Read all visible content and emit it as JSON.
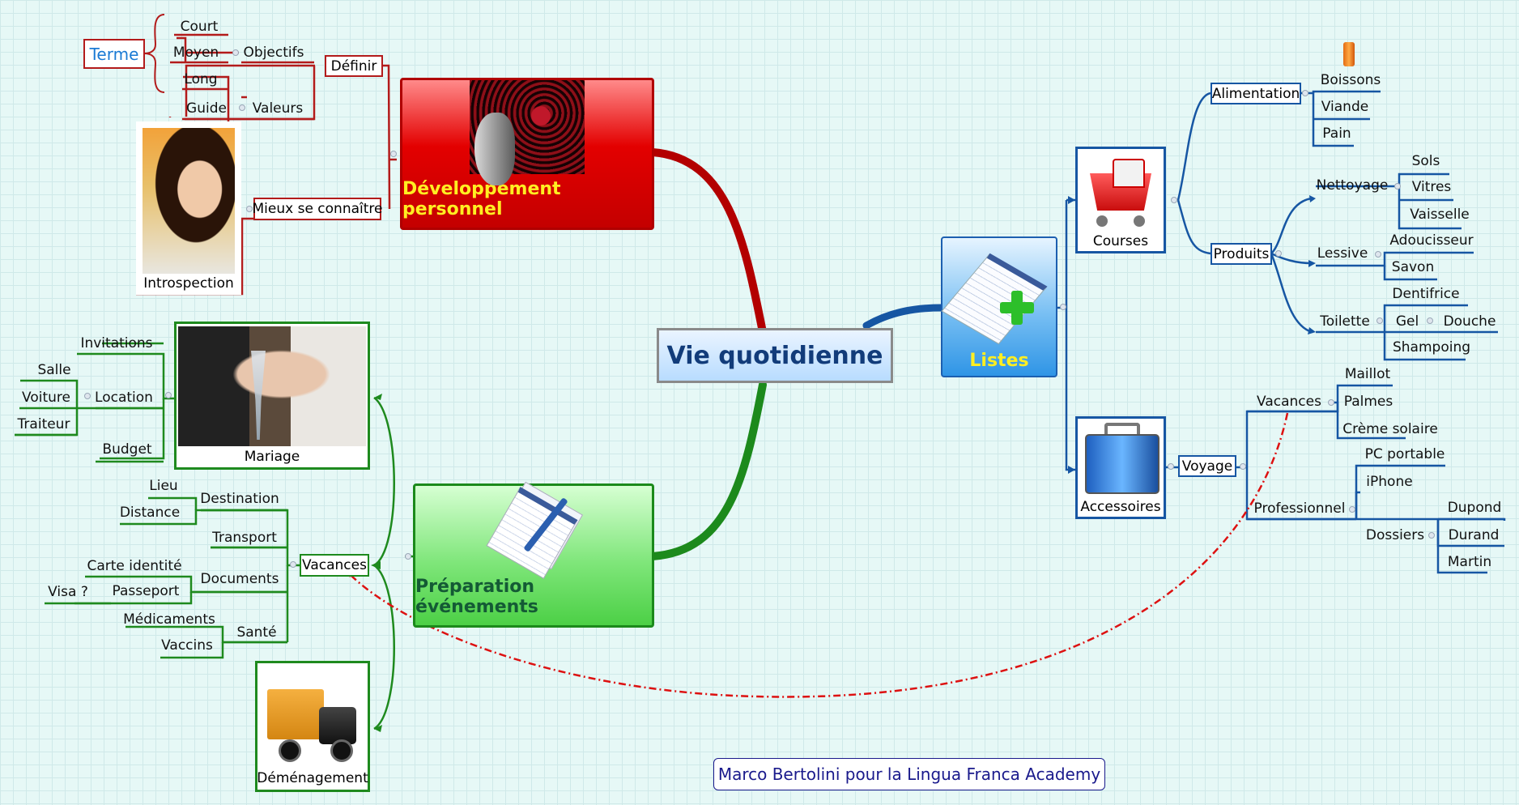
{
  "center": "Vie quotidienne",
  "credit": "Marco Bertolini pour la Lingua Franca Academy",
  "branches": {
    "dev": {
      "title": "Développement personnel",
      "definir": "Définir",
      "objectifs": "Objectifs",
      "terme": "Terme",
      "court": "Court",
      "moyen": "Moyen",
      "long": "Long",
      "valeurs": "Valeurs",
      "guide": "Guide",
      "mieux": "Mieux se connaître",
      "introspection": "Introspection"
    },
    "prep": {
      "title": "Préparation événements",
      "mariage": "Mariage",
      "invitations": "Invitations",
      "location": "Location",
      "salle": "Salle",
      "voiture": "Voiture",
      "traiteur": "Traiteur",
      "budget": "Budget",
      "vacances": "Vacances",
      "destination": "Destination",
      "lieu": "Lieu",
      "distance": "Distance",
      "transport": "Transport",
      "documents": "Documents",
      "carte": "Carte identité",
      "passeport": "Passeport",
      "visa": "Visa ?",
      "sante": "Santé",
      "medicaments": "Médicaments",
      "vaccins": "Vaccins",
      "demenagement": "Déménagement"
    },
    "listes": {
      "title": "Listes",
      "courses": "Courses",
      "alimentation": "Alimentation",
      "boissons": "Boissons",
      "viande": "Viande",
      "pain": "Pain",
      "produits": "Produits",
      "nettoyage": "Nettoyage",
      "sols": "Sols",
      "vitres": "Vitres",
      "vaisselle": "Vaisselle",
      "lessive": "Lessive",
      "adoucisseur": "Adoucisseur",
      "savon": "Savon",
      "toilette": "Toilette",
      "dentifrice": "Dentifrice",
      "gel": "Gel",
      "douche": "Douche",
      "shampoing": "Shampoing",
      "accessoires": "Accessoires",
      "voyage": "Voyage",
      "vacances": "Vacances",
      "maillot": "Maillot",
      "palmes": "Palmes",
      "creme": "Crème solaire",
      "professionnel": "Professionnel",
      "pc": "PC portable",
      "iphone": "iPhone",
      "dossiers": "Dossiers",
      "dupond": "Dupond",
      "durand": "Durand",
      "martin": "Martin"
    }
  },
  "colors": {
    "red": "#b31b1b",
    "blue": "#1656a3",
    "green": "#1e8a1e",
    "dotted_link": "#dd1111",
    "center_text": "#123c7a",
    "dev_title": "#ffee22",
    "listes_title": "#ffee22",
    "prep_title": "#145a35"
  }
}
